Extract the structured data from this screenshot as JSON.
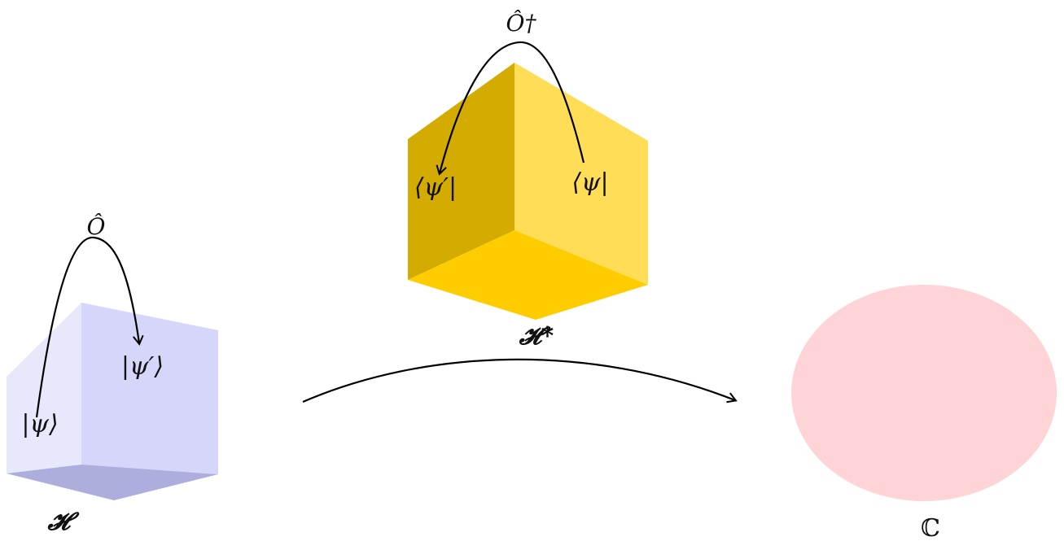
{
  "spaces": {
    "hilbert": {
      "label": "𝓗",
      "ket_psi": "|ψ⟩",
      "ket_psi_prime": "|ψ′⟩",
      "operator": "Ô",
      "colors": {
        "left": "#e8e8fd",
        "right": "#d6d6fb",
        "bottom": "#adadde"
      }
    },
    "dual": {
      "label": "𝓗*",
      "bra_psi": "⟨ψ|",
      "bra_psi_prime": "⟨ψ′|",
      "operator": "Ô†",
      "colors": {
        "left": "#d4ab00",
        "right": "#ffdd57",
        "bottom": "#ffcc00"
      }
    },
    "complex": {
      "label": "ℂ",
      "color": "#ffd4d6"
    }
  }
}
